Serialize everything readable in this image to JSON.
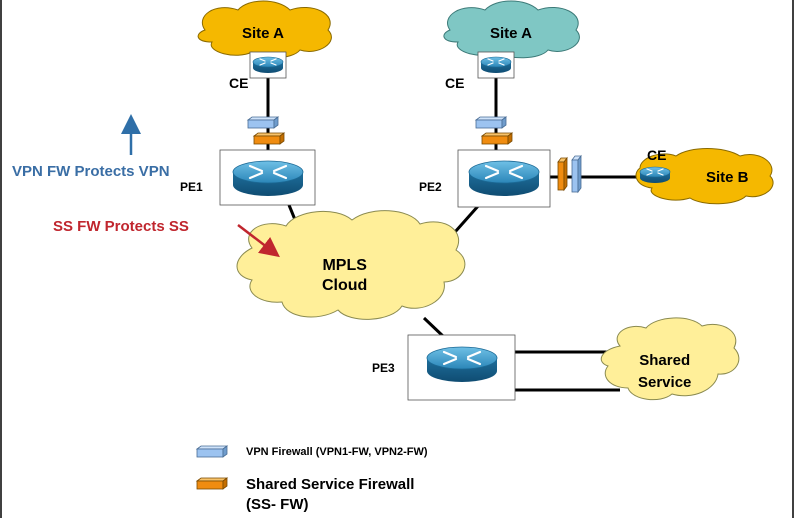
{
  "clouds": {
    "site_a_left": "Site A",
    "site_a_right": "Site A",
    "site_b": "Site B",
    "mpls": "MPLS\nCloud",
    "shared": "Shared\nService"
  },
  "labels": {
    "ce_left": "CE",
    "ce_right": "CE",
    "ce_site_b": "CE",
    "pe1": "PE1",
    "pe2": "PE2",
    "pe3": "PE3",
    "vpn_fw_protects": "VPN FW Protects VPN",
    "ss_fw_protects": "SS FW Protects SS"
  },
  "legend": {
    "vpn_fw": "VPN Firewall (VPN1-FW, VPN2-FW)",
    "ss_fw_line1": "Shared Service Firewall",
    "ss_fw_line2": "(SS- FW)"
  },
  "colors": {
    "site_a_left_cloud": "#f5b800",
    "site_a_right_cloud": "#7fc7c4",
    "site_b_cloud": "#f5b800",
    "mpls_cloud": "#ffef99",
    "shared_cloud": "#ffef99",
    "vpn_firewall": "#9cc3f0",
    "ss_firewall": "#f08c10",
    "router": "#2f8fbf",
    "vpn_arrow": "#2f6fa8",
    "ss_arrow": "#c0262e",
    "vpn_text": "#3a6ea5",
    "ss_text": "#c0262e"
  }
}
